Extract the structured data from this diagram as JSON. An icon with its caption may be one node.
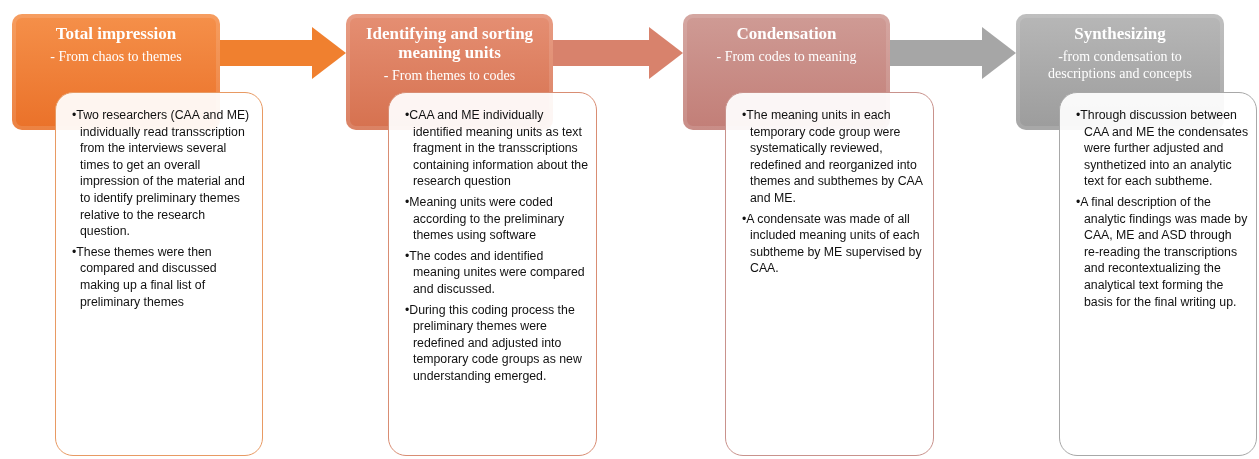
{
  "diagram": {
    "nodes": [
      {
        "text": [
          "Total impression",
          "- From chaos to themes"
        ]
      },
      {
        "text": [
          "•Two researchers (CAA and ME) individually read transscription from the interviews several times to get an overall impression of the material and to identify preliminary themes relative to the research question.",
          "•These themes were then compared and discussed making up a final list of preliminary themes"
        ]
      },
      {
        "text": [
          "Identifying and sorting meaning units",
          "- From themes to codes"
        ]
      },
      {
        "text": [
          "•CAA and ME individually identified meaning units as text fragment in the transscriptions containing information about the research question",
          "•Meaning units were coded according to the preliminary themes using software",
          "•The codes and identified meaning unites were compared and discussed.",
          "•During this coding process the preliminary themes were redefined and adjusted into temporary code groups as new understanding emerged."
        ]
      },
      {
        "text": [
          "Condensation",
          "- From codes to meaning"
        ]
      },
      {
        "text": [
          "•The meaning units in each temporary code group were systematically reviewed, redefined and reorganized into themes and subthemes by CAA and ME.",
          "•A condensate was made of all included meaning units of each subtheme by ME supervised by CAA."
        ]
      },
      {
        "text": [
          "Synthesizing",
          "-from condensation to descriptions and concepts"
        ]
      },
      {
        "text": [
          "•Through discussion between CAA and ME the condensates were further adjusted and synthetized into an analytic text for each subtheme.",
          "•A final description of the analytic findings was made by CAA, ME and ASD through re-reading the transcriptions and recontextualizing the analytical text forming the basis for the final writing up."
        ]
      }
    ],
    "edges": [
      {
        "from": 0,
        "to": 2,
        "arrow": "to",
        "color": "#f0802f"
      },
      {
        "from": 2,
        "to": 4,
        "arrow": "to",
        "color": "#d8826c"
      },
      {
        "from": 4,
        "to": 6,
        "arrow": "to",
        "color": "#a6a6a6"
      }
    ]
  }
}
